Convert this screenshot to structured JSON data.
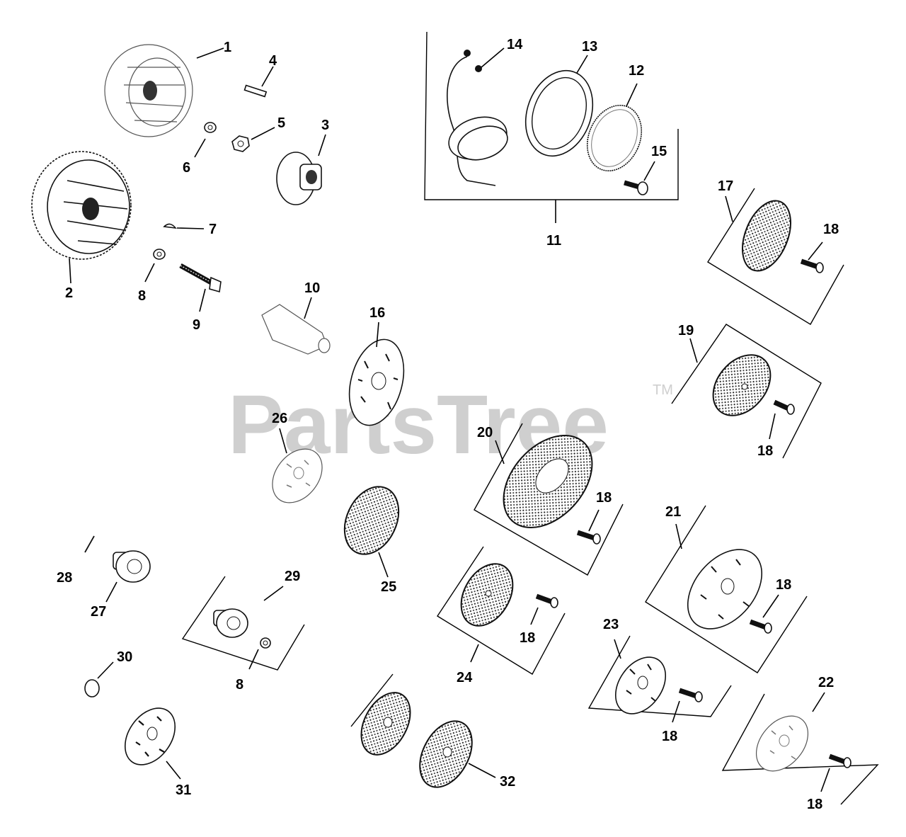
{
  "watermark": {
    "text": "PartsTree",
    "mark": "TM"
  },
  "callouts": [
    "1",
    "2",
    "3",
    "4",
    "5",
    "6",
    "7",
    "8",
    "9",
    "10",
    "11",
    "12",
    "13",
    "14",
    "15",
    "16",
    "17",
    "18",
    "19",
    "20",
    "21",
    "22",
    "23",
    "24",
    "25",
    "26",
    "27",
    "28",
    "29",
    "30",
    "31",
    "32"
  ],
  "repeat_labels": {
    "screw": "18",
    "washer": "8"
  }
}
